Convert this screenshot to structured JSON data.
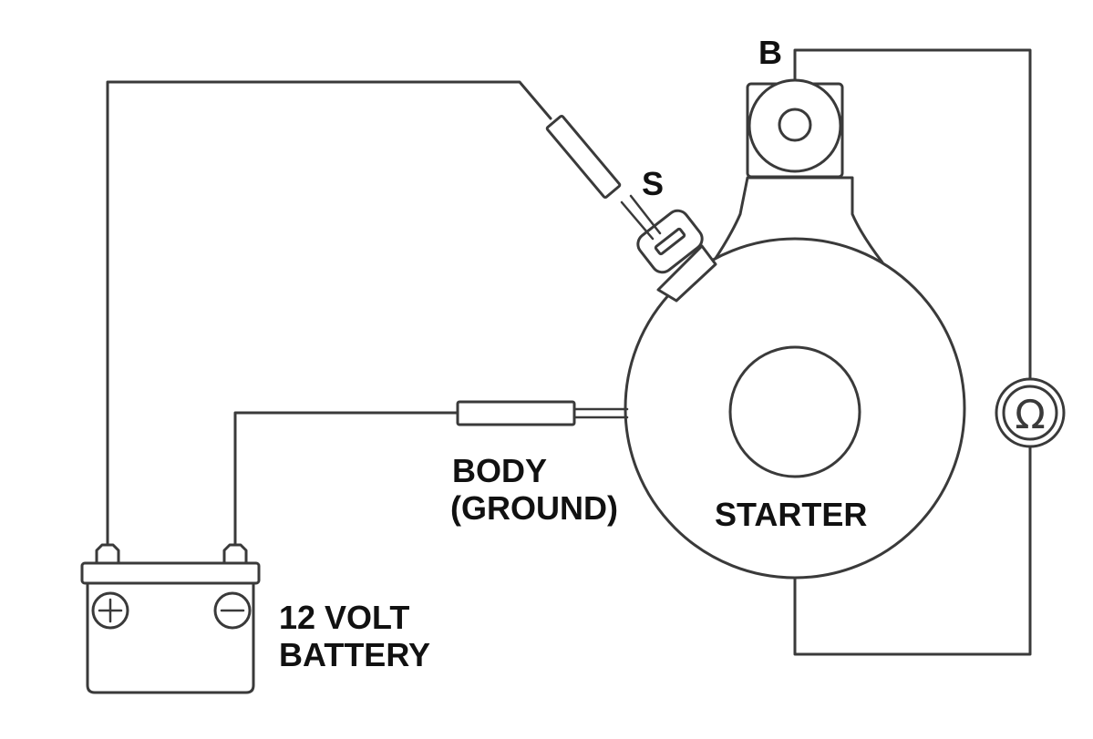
{
  "diagram": {
    "labels": {
      "terminal_b": "B",
      "terminal_s": "S",
      "body_line1": "BODY",
      "body_line2": "(GROUND)",
      "starter": "STARTER",
      "battery_line1": "12 VOLT",
      "battery_line2": "BATTERY"
    },
    "ohmmeter_symbol": "Ω",
    "battery_symbols": {
      "positive": "+",
      "negative": "−"
    }
  }
}
